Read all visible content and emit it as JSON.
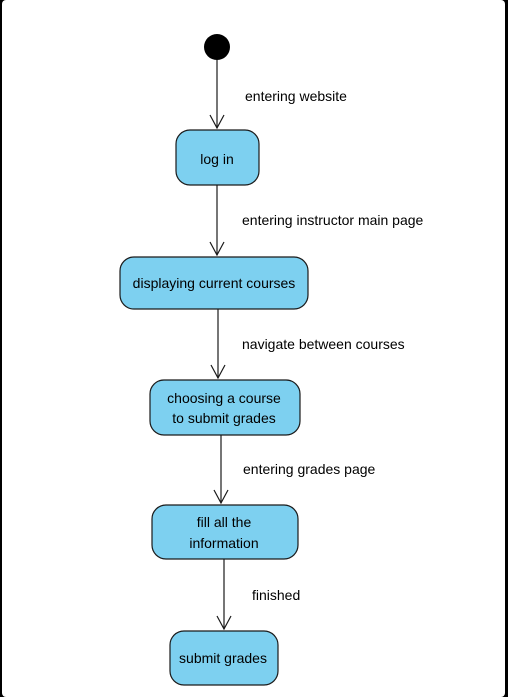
{
  "diagram": {
    "states": [
      {
        "id": "log-in",
        "lines": [
          "log in"
        ]
      },
      {
        "id": "displaying-current-courses",
        "lines": [
          "displaying current courses"
        ]
      },
      {
        "id": "choosing-course",
        "lines": [
          "choosing a course",
          "to submit grades"
        ]
      },
      {
        "id": "fill-information",
        "lines": [
          "fill all the",
          "information"
        ]
      },
      {
        "id": "submit-grades",
        "lines": [
          "submit grades"
        ]
      }
    ],
    "transitions": [
      {
        "from": "initial",
        "to": "log-in",
        "label": "entering website"
      },
      {
        "from": "log-in",
        "to": "displaying-current-courses",
        "label": "entering instructor main page"
      },
      {
        "from": "displaying-current-courses",
        "to": "choosing-course",
        "label": "navigate between courses"
      },
      {
        "from": "choosing-course",
        "to": "fill-information",
        "label": "entering grades page"
      },
      {
        "from": "fill-information",
        "to": "submit-grades",
        "label": "finished"
      }
    ]
  },
  "colors": {
    "state_fill": "#7dd0f0",
    "outline": "#1a1a1a",
    "initial_node": "#000000"
  }
}
